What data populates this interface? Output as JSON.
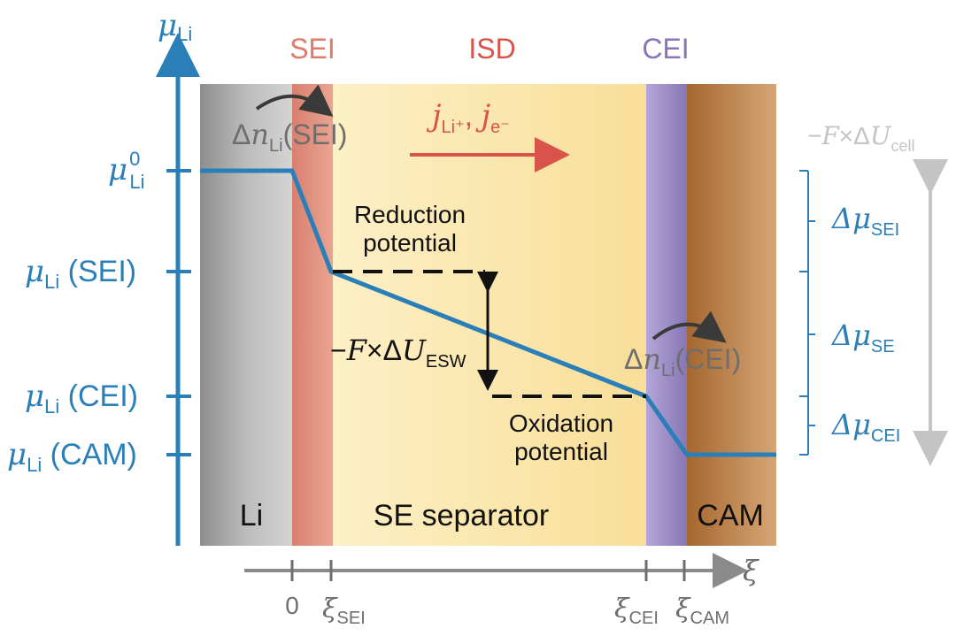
{
  "regions": {
    "li": {
      "label": "Li"
    },
    "sei": {
      "label": "SEI"
    },
    "separator": {
      "label": "SE separator",
      "top_label": "ISD"
    },
    "cei": {
      "label": "CEI"
    },
    "cam": {
      "label": "CAM"
    }
  },
  "y_axis": {
    "symbol": "μ",
    "subscript": "Li",
    "ticks": [
      {
        "id": "mu0",
        "main": "μ",
        "sub": "Li",
        "sup": "0",
        "suffix": ""
      },
      {
        "id": "sei",
        "main": "μ",
        "sub": "Li",
        "sup": "",
        "suffix": " (SEI)"
      },
      {
        "id": "cei",
        "main": "μ",
        "sub": "Li",
        "sup": "",
        "suffix": " (CEI)"
      },
      {
        "id": "cam",
        "main": "μ",
        "sub": "Li",
        "sup": "",
        "suffix": " (CAM)"
      }
    ]
  },
  "x_axis": {
    "symbol": "ξ",
    "ticks": [
      {
        "main": "0",
        "sub": ""
      },
      {
        "main": "ξ",
        "sub": "SEI"
      },
      {
        "main": "ξ",
        "sub": "CEI"
      },
      {
        "main": "ξ",
        "sub": "CAM"
      }
    ]
  },
  "annotations": {
    "dn_sei": {
      "delta": "Δ",
      "n": "n",
      "sub": "Li",
      "suffix": "(SEI)"
    },
    "dn_cei": {
      "delta": "Δ",
      "n": "n",
      "sub": "Li",
      "suffix": "(CEI)"
    },
    "flux": {
      "j1": "j",
      "j1_sub": "Li⁺",
      "comma": ", ",
      "j2": "j",
      "j2_sub": "e⁻"
    },
    "reduction": [
      "Reduction",
      "potential"
    ],
    "oxidation": [
      "Oxidation",
      "potential"
    ],
    "esw": {
      "prefix": "−",
      "F": "F",
      "times": "×Δ",
      "U": "U",
      "sub": "ESW"
    },
    "cell": {
      "prefix": "−",
      "F": "F",
      "times": "×Δ",
      "U": "U",
      "sub": "cell"
    }
  },
  "deltas": [
    {
      "main": "Δμ",
      "sub": "SEI"
    },
    {
      "main": "Δμ",
      "sub": "SE"
    },
    {
      "main": "Δμ",
      "sub": "CEI"
    }
  ],
  "colors": {
    "axis": "#2a7fb8",
    "profile": "#2a7fb8",
    "sei_label": "#e07a6a",
    "isd_label": "#d9534a",
    "cei_label": "#8a74b8",
    "arrow_red": "#d9534a",
    "dashed": "#111111"
  },
  "icons": {
    "curved_arrow": "curved-arrow-icon",
    "double_arrow": "double-arrow-icon"
  }
}
